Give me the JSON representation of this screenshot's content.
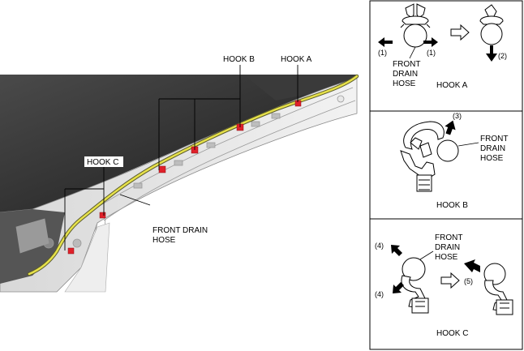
{
  "main_view": {
    "hook_a_label": "HOOK A",
    "hook_b_label": "HOOK B",
    "hook_c_label": "HOOK C",
    "hose_label_line1": "FRONT DRAIN",
    "hose_label_line2": "HOSE"
  },
  "panel_a": {
    "step1": "(1)",
    "step2": "(2)",
    "hose_line1": "FRONT",
    "hose_line2": "DRAIN",
    "hose_line3": "HOSE",
    "caption": "HOOK A"
  },
  "panel_b": {
    "step3": "(3)",
    "hose_line1": "FRONT",
    "hose_line2": "DRAIN",
    "hose_line3": "HOSE",
    "caption": "HOOK B"
  },
  "panel_c": {
    "step4": "(4)",
    "step5": "(5)",
    "hose_line1": "FRONT",
    "hose_line2": "DRAIN",
    "hose_line3": "HOSE",
    "caption": "HOOK C"
  },
  "colors": {
    "hose": "#e6e14a",
    "hook_marker": "#e0202a",
    "body_dark": "#2e2e2e",
    "body_light": "#cfcfcf"
  }
}
